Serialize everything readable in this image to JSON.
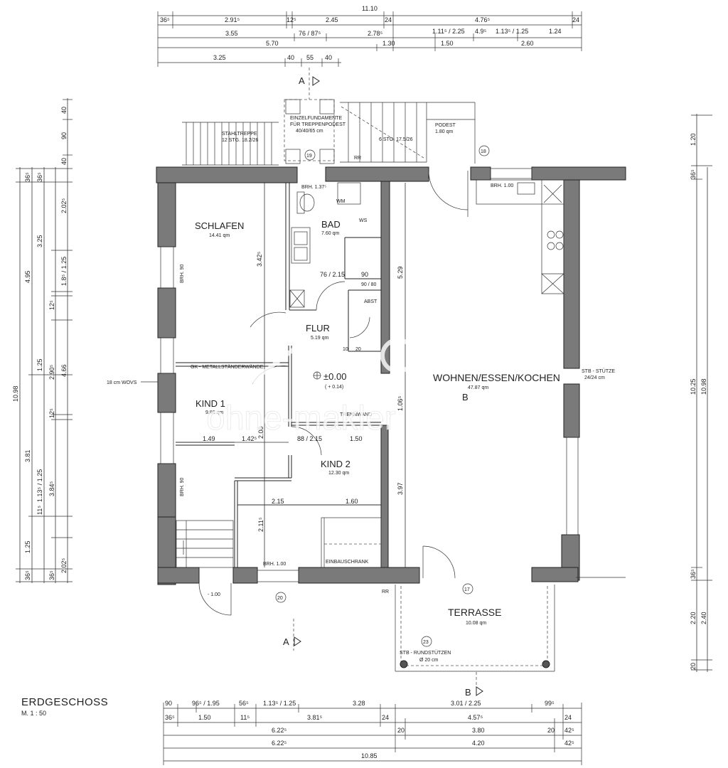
{
  "title": "ERDGESCHOSS",
  "scale": "M. 1 : 50",
  "watermark": "ohne-makler",
  "rooms": {
    "schlafen": {
      "name": "SCHLAFEN",
      "area": "14.41 qm"
    },
    "bad": {
      "name": "BAD",
      "area": "7.60 qm"
    },
    "flur": {
      "name": "FLUR",
      "area": "5.19 qm"
    },
    "kind1": {
      "name": "KIND 1",
      "area": "9.86 qm"
    },
    "kind2": {
      "name": "KIND 2",
      "area": "12.30 qm"
    },
    "wohnen": {
      "name": "WOHNEN/ESSEN/KOCHEN",
      "area": "47.87 qm"
    },
    "terrasse": {
      "name": "TERRASSE",
      "area": "10.08 qm"
    }
  },
  "level": {
    "value": "±0.00",
    "sub": "( + 0.14)"
  },
  "annotations": {
    "brh_137": "BRH. 1.37⁵",
    "brh_100_kitchen": "BRH. 1.00",
    "brh_100_kind": "BRH. 1.00",
    "brh_90_a": "BRH. 90",
    "brh_90_b": "BRH. 90",
    "gk_wall": "GK - METALLSTÄNDERWÄNDE",
    "stb_stuetze": "STB - STÜTZE",
    "stb_stuetze_size": "24/24 cm",
    "wovs": "18 cm WOVS",
    "einbauschrank": "EINBAUSCHRANK",
    "abst": "ABST",
    "trennwand": "TRENNWAND",
    "stahltreppe": "STAHLTREPPE",
    "stahltreppe_spec": "12 STG. 18.2/26",
    "einzelfundamente": "EINZELFUNDAMENTE",
    "fuer_treppenpodest": "FÜR TREPPENPODEST",
    "fundament_size": "40/40/65 cm",
    "stg_6": "6 STG. 17.5/26",
    "podest": "PODEST",
    "podest_h": "1.80 qm",
    "rundstuetzen": "STB - RUNDSTÜTZEN",
    "rundstuetzen_size": "Ø 20 cm",
    "minus100": "- 1.00",
    "rr_top": "RR",
    "rr_bottom": "RR",
    "ws_label": "WS",
    "wm_label": "WM"
  },
  "markers": {
    "n17": "17",
    "n18": "18",
    "n19": "19",
    "n20": "20",
    "n23": "23"
  },
  "sections": {
    "a_top": "A",
    "a_bottom": "A",
    "b_mid": "B",
    "b_bottom": "B"
  },
  "dims_top": {
    "row1": [
      "36⁵",
      "2.91⁵",
      "12⁵",
      "2.45",
      "24",
      "4.76⁵",
      "24"
    ],
    "row1_total": "11.10",
    "row2": [
      "3.55",
      "76 / 87⁵",
      "2.78⁵",
      "1.11⁵ / 2.25",
      "4.9⁵",
      "1.13⁵ / 1.25",
      "1.24"
    ],
    "row3": [
      "5.70",
      "1.30",
      "1.50",
      "2.60"
    ],
    "row4": [
      "3.25",
      "40",
      "55",
      "40"
    ]
  },
  "dims_bottom": {
    "row1": [
      "90",
      "96⁵ / 1.95",
      "56⁵",
      "1.13⁵ / 1.25",
      "3.28",
      "3.01 / 2.25",
      "99⁵"
    ],
    "row2": [
      "36⁵",
      "1.50",
      "11⁵",
      "3.81⁵",
      "24",
      "4.57⁵",
      "24"
    ],
    "row3": [
      "6.22⁵",
      "20",
      "3.80",
      "20",
      "42⁵"
    ],
    "row4": [
      "6.22⁵",
      "4.20",
      "42⁵"
    ],
    "row5": [
      "10.85"
    ]
  },
  "dims_left": {
    "col1": [
      "40",
      "90",
      "40"
    ],
    "col_a": [
      "4.95",
      "3.81",
      "1.25"
    ],
    "col_b": [
      "3.25",
      "1.25",
      "1.13⁵ / 1.25",
      "2.02⁵"
    ],
    "col_c": [
      "2.02⁵",
      "1.8⁵ / 1.25",
      "12⁵",
      "2.90⁵",
      "12⁵",
      "3.84⁵",
      "11⁵",
      "36⁵"
    ],
    "total": "10.98",
    "misc": [
      "36⁵",
      "36⁵",
      "36⁵",
      "4.66"
    ]
  },
  "dims_right": {
    "items": [
      "1.20",
      "36⁵",
      "10.25",
      "10.98",
      "36⁵",
      "2.20",
      "2.40",
      "20"
    ]
  },
  "inner_dims": {
    "schlafen_h": "3.42⁵",
    "wohnen_h1": "5.29",
    "wohnen_h2": "1.06⁵",
    "wohnen_h3": "3.97",
    "kind1_w1": "1.49",
    "kind1_w2": "1.42⁵",
    "kind1_h": "2.00",
    "kind2_door": "88 / 2.15",
    "kind2_w": "1.50",
    "kind2_w2": "2.15",
    "kind2_w3": "1.60",
    "kind2_h": "2.11⁵",
    "bad_w": "76 / 2.15",
    "bad_w2": "90",
    "bad_door": "90 / 80",
    "flur_w": "10",
    "flur_w2": "20"
  }
}
